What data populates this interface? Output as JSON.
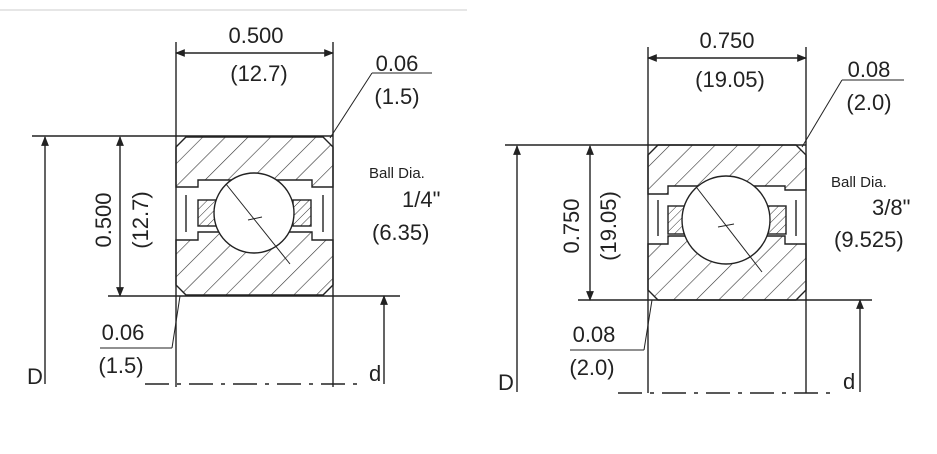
{
  "drawings": [
    {
      "width_in": "0.500",
      "width_mm": "(12.7)",
      "height_in": "0.500",
      "height_mm": "(12.7)",
      "chamfer_top_in": "0.06",
      "chamfer_top_mm": "(1.5)",
      "chamfer_bottom_in": "0.06",
      "chamfer_bottom_mm": "(1.5)",
      "ball_label": "Ball Dia.",
      "ball_in": "1/4\"",
      "ball_mm": "(6.35)",
      "outer_label": "D",
      "inner_label": "d"
    },
    {
      "width_in": "0.750",
      "width_mm": "(19.05)",
      "height_in": "0.750",
      "height_mm": "(19.05)",
      "chamfer_top_in": "0.08",
      "chamfer_top_mm": "(2.0)",
      "chamfer_bottom_in": "0.08",
      "chamfer_bottom_mm": "(2.0)",
      "ball_label": "Ball Dia.",
      "ball_in": "3/8\"",
      "ball_mm": "(9.525)",
      "outer_label": "D",
      "inner_label": "d"
    }
  ]
}
